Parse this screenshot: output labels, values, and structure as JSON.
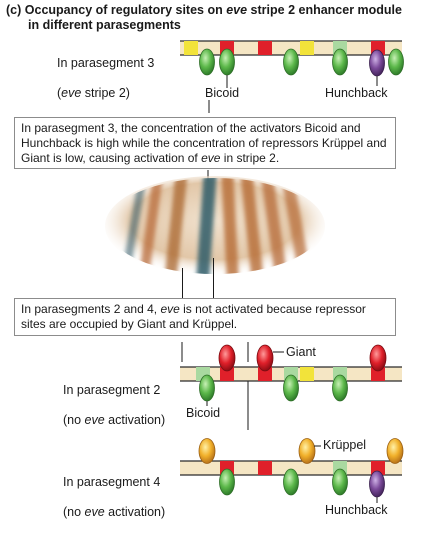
{
  "title": {
    "label": "(c)",
    "part1": "Occupancy of regulatory sites on ",
    "part2": "eve",
    "part3": " stripe 2 enhancer module",
    "line2": "in different parasegments"
  },
  "panels": [
    {
      "label_line1": "In parasegment 3",
      "label_line2_pre": "(",
      "label_line2_it": "eve",
      "label_line2_post": " stripe 2)"
    },
    {
      "label_line1": "In parasegment 2",
      "label_line2_pre": "(no ",
      "label_line2_it": "eve",
      "label_line2_post": " activation)"
    },
    {
      "label_line1": "In parasegment 4",
      "label_line2_pre": "(no ",
      "label_line2_it": "eve",
      "label_line2_post": " activation)"
    }
  ],
  "protein_labels": {
    "bicoid": "Bicoid",
    "hunchback": "Hunchback",
    "giant": "Giant",
    "kruppel": "Krüppel"
  },
  "callouts": {
    "top": "In parasegment 3, the concentration of the activators Bicoid and Hunchback is high while the concentration of repressors Krüppel and Giant is low, causing activation of eve in stripe 2.",
    "top_parts": [
      "In parasegment 3, the concentration of the activators Bicoid and Hunchback is high while the concentration of repressors Krüppel and Giant is low, causing activation of ",
      "eve",
      " in stripe 2."
    ],
    "middle_parts": [
      "In parasegments 2 and 4, ",
      "eve",
      " is not activated because repressor sites are occupied by Giant and Krüppel."
    ]
  },
  "colors": {
    "dna": "#f5e6c4",
    "site_yellow": "#f2e33a",
    "site_red": "#e0202a",
    "site_green": "#a9d9a0",
    "bicoid": "#5cb84a",
    "hunchback": "#7b4a9a",
    "giant": "#e0202a",
    "kruppel": "#f1b02a"
  }
}
